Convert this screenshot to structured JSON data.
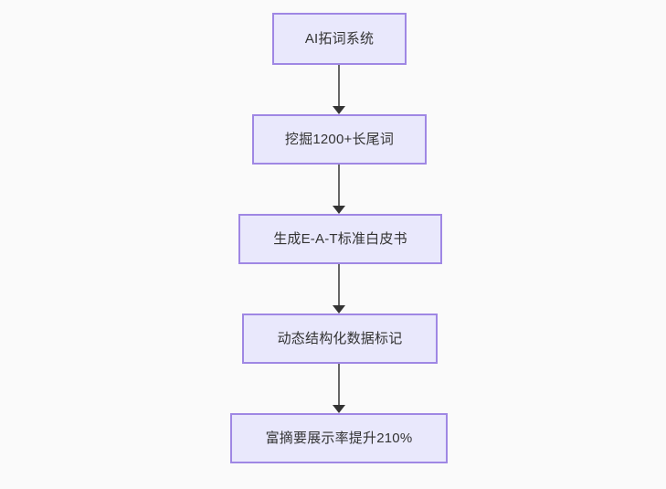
{
  "diagram": {
    "type": "flowchart",
    "orientation": "top-to-bottom",
    "background_color": "#fafafa",
    "node_fill_color": "#e9e8fc",
    "node_border_color": "#9f87e4",
    "node_text_color": "#333333",
    "connector_color": "#666666",
    "arrowhead_color": "#333333",
    "nodes": [
      {
        "id": "node-1",
        "label": "AI拓词系统"
      },
      {
        "id": "node-2",
        "label": "挖掘1200+长尾词"
      },
      {
        "id": "node-3",
        "label": "生成E-A-T标准白皮书"
      },
      {
        "id": "node-4",
        "label": "动态结构化数据标记"
      },
      {
        "id": "node-5",
        "label": "富摘要展示率提升210%"
      }
    ],
    "edges": [
      {
        "id": "edge-1",
        "from": "node-1",
        "to": "node-2"
      },
      {
        "id": "edge-2",
        "from": "node-2",
        "to": "node-3"
      },
      {
        "id": "edge-3",
        "from": "node-3",
        "to": "node-4"
      },
      {
        "id": "edge-4",
        "from": "node-4",
        "to": "node-5"
      }
    ]
  }
}
